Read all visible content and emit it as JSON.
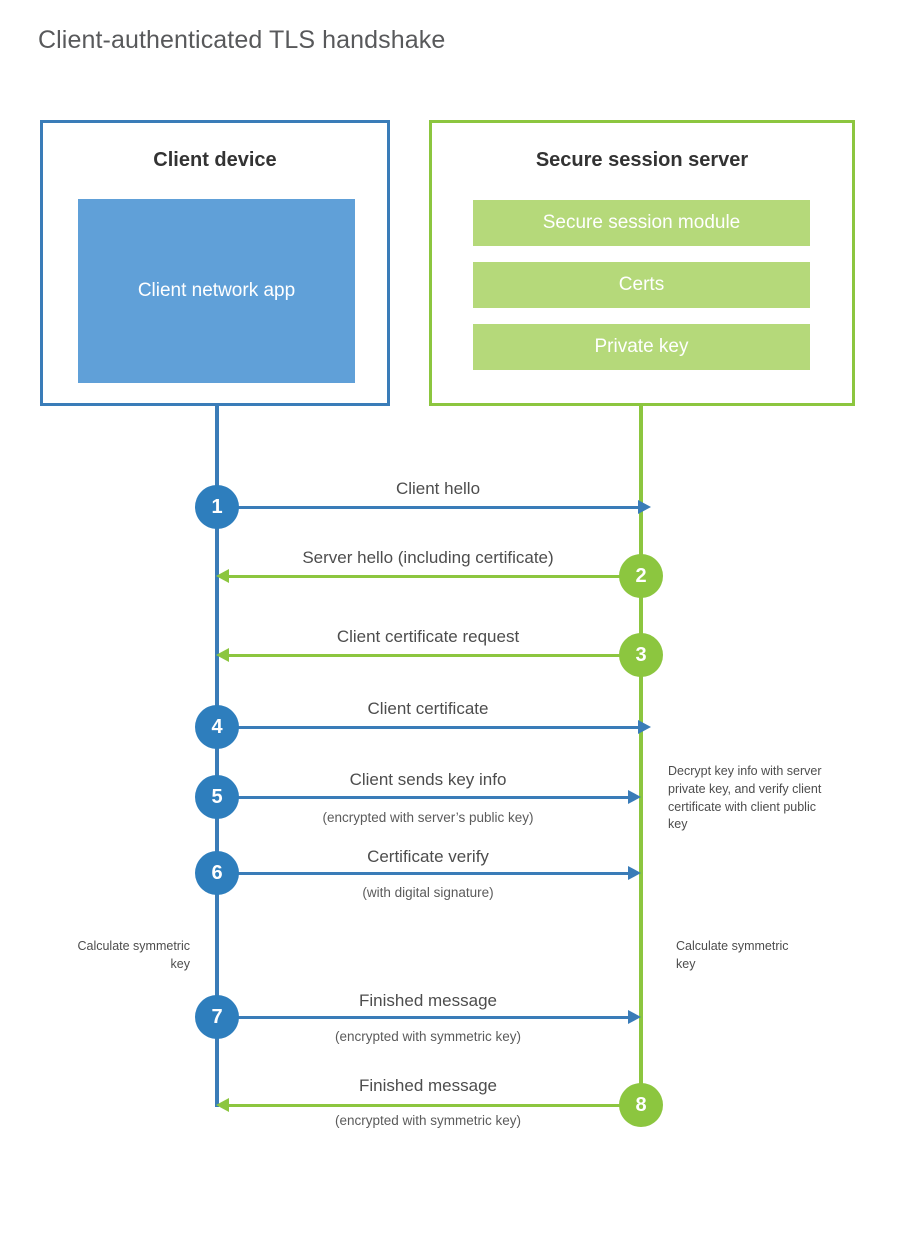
{
  "title": "Client-authenticated TLS handshake",
  "colors": {
    "client_blue": "#3a7cb8",
    "client_circle": "#2e7ebd",
    "client_app_fill": "#60a0d8",
    "server_green": "#8cc63f",
    "server_bar_fill": "#b5d97a",
    "text": "#4d4d4d",
    "background": "#ffffff"
  },
  "client_box": {
    "title": "Client device",
    "app_label": "Client network app"
  },
  "server_box": {
    "title": "Secure session server",
    "components": [
      "Secure session module",
      "Certs",
      "Private key"
    ]
  },
  "notes": {
    "server_decrypt": "Decrypt key info with server private key, and verify client certificate with client public key",
    "client_calculate": "Calculate symmetric key",
    "server_calculate": "Calculate symmetric key"
  },
  "steps": [
    {
      "number": "1",
      "label": "Client hello",
      "sub": "",
      "direction": "client-to-server",
      "color": "blue"
    },
    {
      "number": "2",
      "label": "Server hello (including certificate)",
      "sub": "",
      "direction": "server-to-client",
      "color": "green"
    },
    {
      "number": "3",
      "label": "Client certificate request",
      "sub": "",
      "direction": "server-to-client",
      "color": "green"
    },
    {
      "number": "4",
      "label": "Client certificate",
      "sub": "",
      "direction": "client-to-server",
      "color": "blue"
    },
    {
      "number": "5",
      "label": "Client sends key info",
      "sub": "(encrypted with server’s public key)",
      "direction": "client-to-server",
      "color": "blue"
    },
    {
      "number": "6",
      "label": "Certificate verify",
      "sub": "(with digital signature)",
      "direction": "client-to-server",
      "color": "blue"
    },
    {
      "number": "7",
      "label": "Finished message",
      "sub": "(encrypted with symmetric key)",
      "direction": "client-to-server",
      "color": "blue"
    },
    {
      "number": "8",
      "label": "Finished message",
      "sub": "(encrypted with symmetric key)",
      "direction": "server-to-client",
      "color": "green"
    }
  ]
}
